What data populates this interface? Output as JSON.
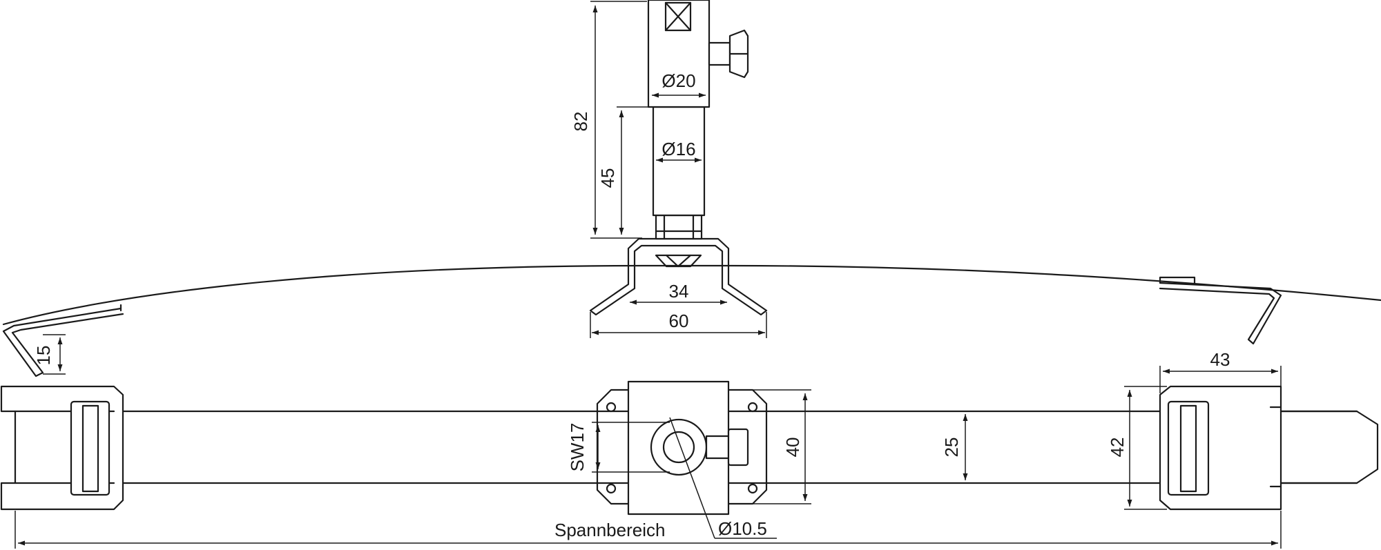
{
  "dimensions": {
    "height_total": "82",
    "height_pin": "45",
    "dia_clamp": "Ø20",
    "dia_pin": "Ø16",
    "foot_inner": "34",
    "foot_outer": "60",
    "hook_height": "15",
    "wrench_size": "SW17",
    "clamp_width": "40",
    "band_width": "25",
    "buckle_width": "42",
    "buckle_length": "43",
    "hole_dia": "Ø10.5"
  },
  "labels": {
    "clamping_range": "Spannbereich"
  }
}
